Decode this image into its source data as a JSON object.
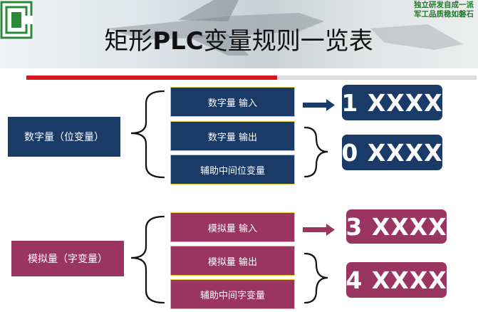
{
  "header": {
    "title_prefix": "矩形",
    "title_bold": "PLC",
    "title_suffix": "变量规则一览表",
    "slogan_line1": "独立研发自成一派",
    "slogan_line2": "军工品质稳如磐石"
  },
  "colors": {
    "navy": "#1a3a68",
    "plum": "#9a3561",
    "accent_red": "#d8151b",
    "border_gold": "#e8c92a"
  },
  "bit_section": {
    "category": "数字量（位变量）",
    "rows": [
      "数字量 输入",
      "数字量 输出",
      "辅助中间位变量"
    ],
    "codes": [
      "1 XXXX",
      "0 XXXX"
    ]
  },
  "word_section": {
    "category": "模拟量（字变量）",
    "rows": [
      "模拟量 输入",
      "模拟量 输出",
      "辅助中间字变量"
    ],
    "codes": [
      "3 XXXX",
      "4 XXXX"
    ]
  }
}
